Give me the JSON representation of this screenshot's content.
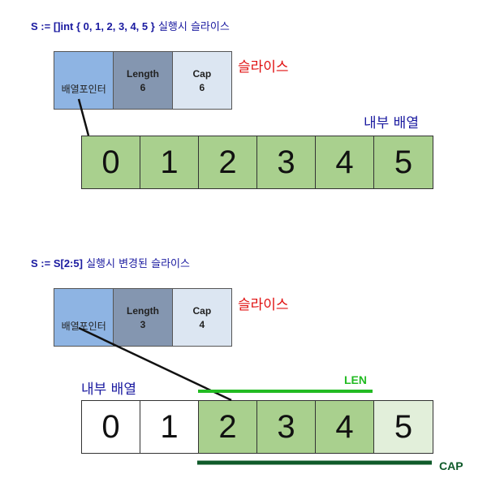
{
  "top": {
    "caption_code": "S := []int { 0, 1, 2, 3, 4, 5 }",
    "caption_text": "실행시 슬라이스",
    "header": {
      "pointer_label": "배열포인터",
      "length_label": "Length",
      "length_value": "6",
      "cap_label": "Cap",
      "cap_value": "6"
    },
    "slice_label": "슬라이스",
    "array_label": "내부 배열",
    "cells": [
      "0",
      "1",
      "2",
      "3",
      "4",
      "5"
    ]
  },
  "bottom": {
    "caption_code": "S := S[2:5]",
    "caption_text": "실행시 변경된 슬라이스",
    "header": {
      "pointer_label": "배열포인터",
      "length_label": "Length",
      "length_value": "3",
      "cap_label": "Cap",
      "cap_value": "4"
    },
    "slice_label": "슬라이스",
    "array_label": "내부 배열",
    "cells": [
      "0",
      "1",
      "2",
      "3",
      "4",
      "5"
    ],
    "len_label": "LEN",
    "cap_label": "CAP"
  },
  "colors": {
    "in_slice": "#a9d08e",
    "outside": "#ffffff",
    "capacity_only": "#e2efda",
    "len_bar": "#22bb22",
    "cap_bar": "#0f5a2a",
    "pointer_box": "#8eb4e3",
    "length_box": "#8496b0",
    "cap_box": "#dce6f2"
  }
}
